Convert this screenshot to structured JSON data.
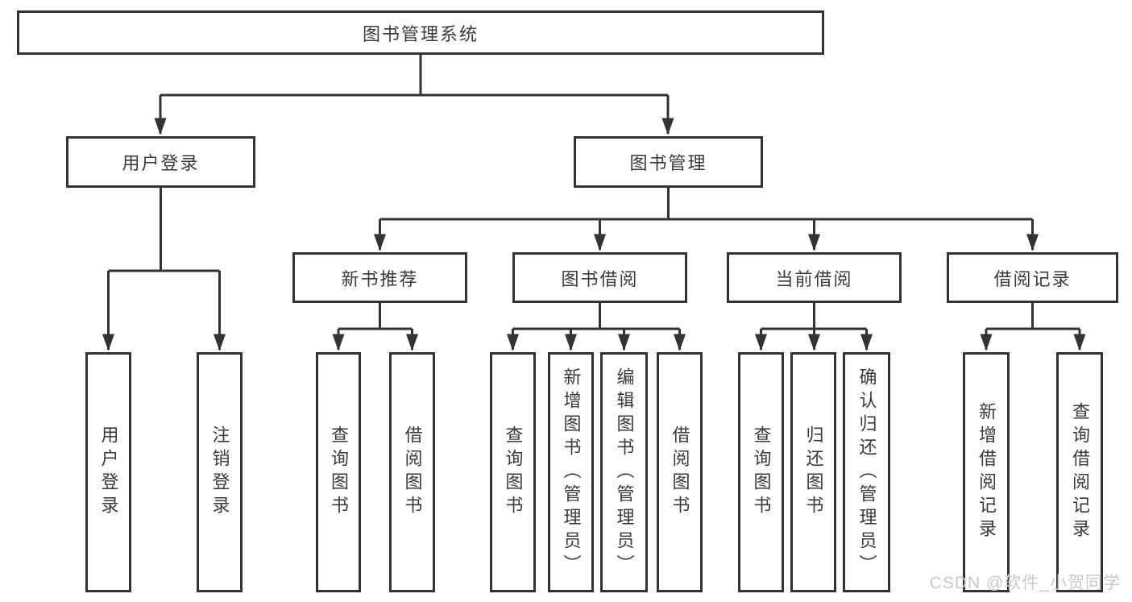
{
  "diagram": {
    "root": {
      "label": "图书管理系统"
    },
    "level2": [
      {
        "label": "用户登录"
      },
      {
        "label": "图书管理"
      }
    ],
    "level3": [
      {
        "label": "新书推荐"
      },
      {
        "label": "图书借阅"
      },
      {
        "label": "当前借阅"
      },
      {
        "label": "借阅记录"
      }
    ],
    "leaves": {
      "user_login": [
        {
          "label": "用户登录"
        },
        {
          "label": "注销登录"
        }
      ],
      "new_book": [
        {
          "label": "查询图书"
        },
        {
          "label": "借阅图书"
        }
      ],
      "book_borrow": [
        {
          "label": "查询图书"
        },
        {
          "label": "新增图书（管理员）"
        },
        {
          "label": "编辑图书（管理员）"
        },
        {
          "label": "借阅图书"
        }
      ],
      "current_borrow": [
        {
          "label": "查询图书"
        },
        {
          "label": "归还图书"
        },
        {
          "label": "确认归还（管理员）"
        }
      ],
      "borrow_records": [
        {
          "label": "新增借阅记录"
        },
        {
          "label": "查询借阅记录"
        }
      ]
    }
  },
  "watermark": "CSDN @软件_小贺同学",
  "colors": {
    "line": "#333333",
    "box_border": "#333333",
    "text": "#3a3a3a",
    "watermark": "#c9c9c9",
    "background": "#ffffff"
  }
}
